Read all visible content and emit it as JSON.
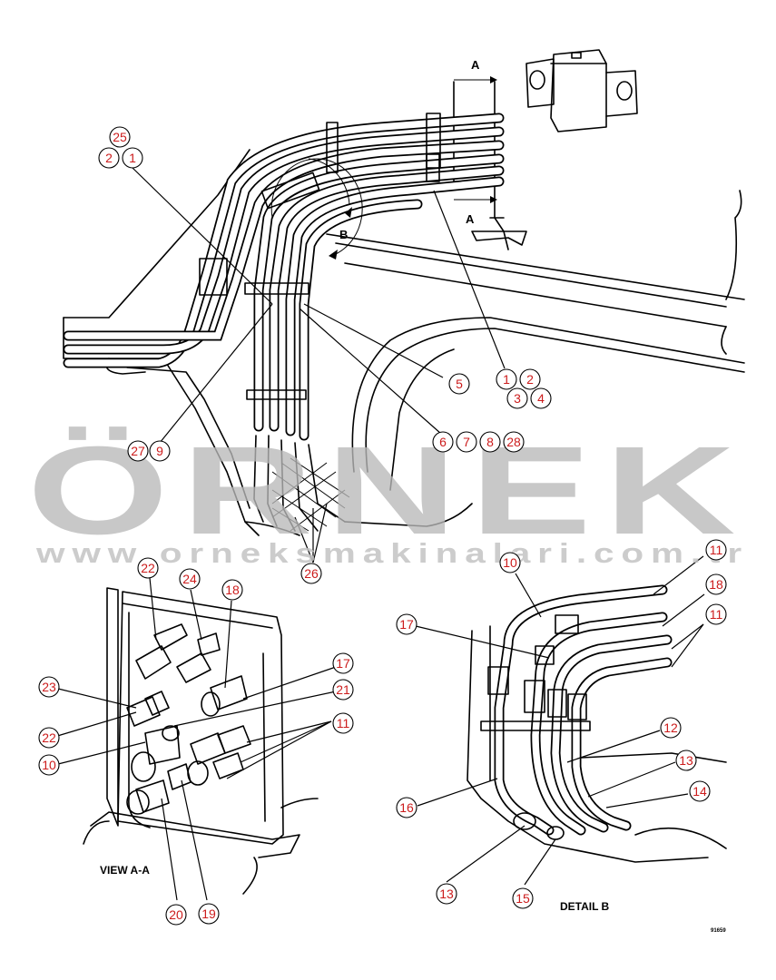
{
  "view_labels": {
    "section_arrow_top": "A",
    "section_arrow_bottom": "A",
    "detail_marker": "B",
    "view_a_title": "VIEW A-A",
    "detail_b_title": "DETAIL B",
    "drawing_number": "91659"
  },
  "watermark": {
    "brand": "ÖRNEK",
    "url": "www.orneksmakinalari.com.tr",
    "accent_color": "#f0d27a"
  },
  "callouts": {
    "main": [
      {
        "n": "25"
      },
      {
        "n": "2"
      },
      {
        "n": "1"
      },
      {
        "n": "5"
      },
      {
        "n": "1"
      },
      {
        "n": "2"
      },
      {
        "n": "3"
      },
      {
        "n": "4"
      },
      {
        "n": "27"
      },
      {
        "n": "9"
      },
      {
        "n": "6"
      },
      {
        "n": "7"
      },
      {
        "n": "8"
      },
      {
        "n": "28"
      },
      {
        "n": "26"
      }
    ],
    "view_a": [
      {
        "n": "22"
      },
      {
        "n": "24"
      },
      {
        "n": "18"
      },
      {
        "n": "17"
      },
      {
        "n": "21"
      },
      {
        "n": "23"
      },
      {
        "n": "22"
      },
      {
        "n": "11"
      },
      {
        "n": "10"
      },
      {
        "n": "20"
      },
      {
        "n": "19"
      }
    ],
    "detail_b": [
      {
        "n": "10"
      },
      {
        "n": "11"
      },
      {
        "n": "18"
      },
      {
        "n": "11"
      },
      {
        "n": "17"
      },
      {
        "n": "12"
      },
      {
        "n": "13"
      },
      {
        "n": "14"
      },
      {
        "n": "16"
      },
      {
        "n": "13"
      },
      {
        "n": "15"
      }
    ]
  },
  "colors": {
    "callout_text": "#cc1c1c",
    "line": "#000000",
    "watermark_text": "#b9b9b9"
  }
}
